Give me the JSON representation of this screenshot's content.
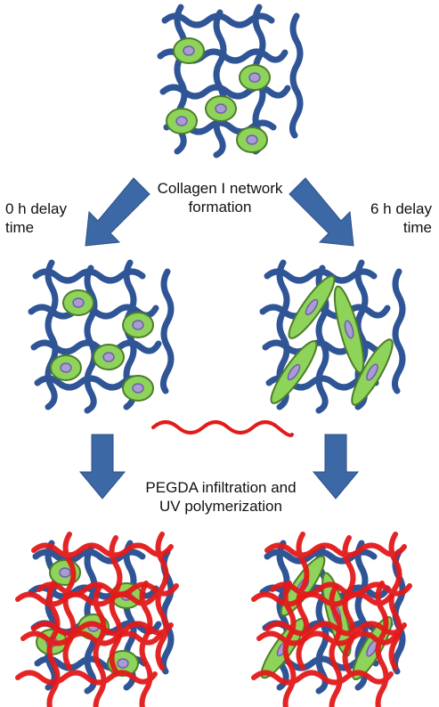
{
  "labels": {
    "delay_0_line1": "0 h delay",
    "delay_0_line2": "time",
    "collagen_line1": "Collagen I network",
    "collagen_line2": "formation",
    "delay_6_line1": "6 h delay",
    "delay_6_line2": "time",
    "pegda_line1": "PEGDA infiltration and",
    "pegda_line2": "UV polymerization"
  },
  "colors": {
    "collagen_fiber": "#2f5596",
    "pegda_fiber": "#e31a1a",
    "cell_body": "#8fd45a",
    "cell_outline": "#4d7d2a",
    "nucleus": "#a99bd4",
    "nucleus_outline": "#6f5fa8",
    "arrow": "#3d68a6",
    "arrow_edge": "#2b4f85"
  }
}
